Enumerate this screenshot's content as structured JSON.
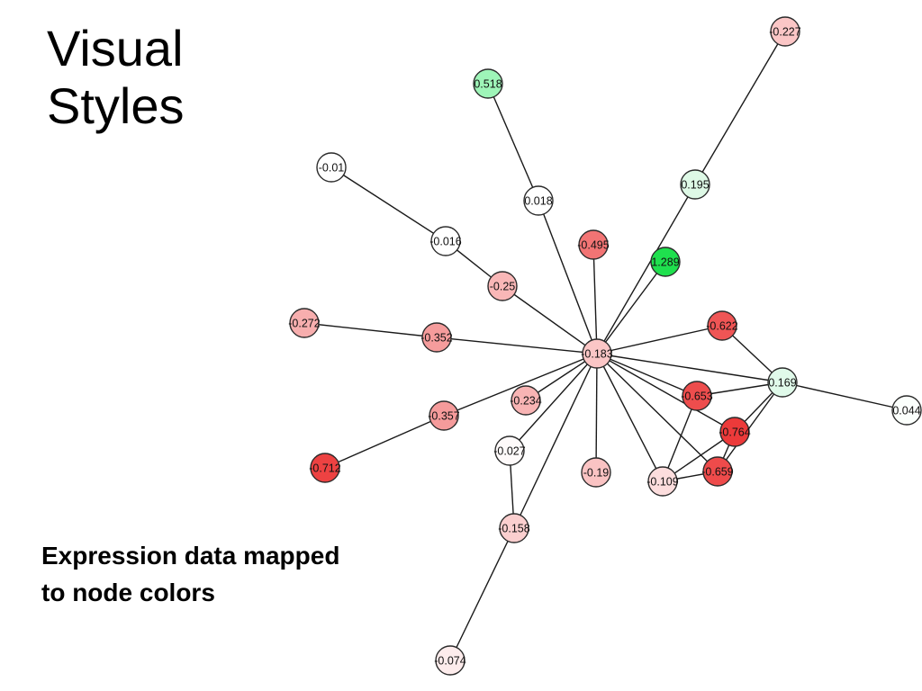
{
  "slide": {
    "title_lines": [
      "Visual",
      "Styles"
    ],
    "caption_lines": [
      "Expression data mapped",
      "to node colors"
    ]
  },
  "network": {
    "nodes": [
      {
        "id": "center",
        "label": "-0.183",
        "fill": "#fbc6c6"
      },
      {
        "id": "n227",
        "label": "-0.227",
        "fill": "#fbc6c6"
      },
      {
        "id": "n518",
        "label": "0.518",
        "fill": "#9ef5b8"
      },
      {
        "id": "n01",
        "label": "-0.01",
        "fill": "#ffffff"
      },
      {
        "id": "n195",
        "label": "0.195",
        "fill": "#def9e6"
      },
      {
        "id": "n018",
        "label": "0.018",
        "fill": "#ffffff"
      },
      {
        "id": "n016",
        "label": "-0.016",
        "fill": "#ffffff"
      },
      {
        "id": "n495",
        "label": "-0.495",
        "fill": "#f27474"
      },
      {
        "id": "n289",
        "label": "1.289",
        "fill": "#1fe04e"
      },
      {
        "id": "n25",
        "label": "-0.25",
        "fill": "#f9b7b7"
      },
      {
        "id": "n272",
        "label": "-0.272",
        "fill": "#f7aeae"
      },
      {
        "id": "n352",
        "label": "-0.352",
        "fill": "#f59c9c"
      },
      {
        "id": "n622",
        "label": "-0.622",
        "fill": "#ef5555"
      },
      {
        "id": "n169",
        "label": "0.169",
        "fill": "#e0faea"
      },
      {
        "id": "n653",
        "label": "-0.653",
        "fill": "#ee4d4d"
      },
      {
        "id": "n044",
        "label": "0.044",
        "fill": "#fbfffc"
      },
      {
        "id": "n234",
        "label": "-0.234",
        "fill": "#f8b4b4"
      },
      {
        "id": "n357",
        "label": "-0.357",
        "fill": "#f59b9b"
      },
      {
        "id": "n764",
        "label": "-0.764",
        "fill": "#ec3a3a"
      },
      {
        "id": "n712",
        "label": "-0.712",
        "fill": "#ed4242"
      },
      {
        "id": "n027",
        "label": "-0.027",
        "fill": "#fefafa"
      },
      {
        "id": "n19",
        "label": "-0.19",
        "fill": "#fac3c3"
      },
      {
        "id": "n109",
        "label": "-0.109",
        "fill": "#fcdddd"
      },
      {
        "id": "n659",
        "label": "-0.659",
        "fill": "#ee4b4b"
      },
      {
        "id": "n158",
        "label": "-0.158",
        "fill": "#fbcfcf"
      },
      {
        "id": "n074",
        "label": "-0.074",
        "fill": "#fdecec"
      }
    ],
    "edges": [
      [
        "n227",
        "n195"
      ],
      [
        "n195",
        "center"
      ],
      [
        "n289",
        "center"
      ],
      [
        "n518",
        "n018"
      ],
      [
        "n018",
        "center"
      ],
      [
        "n01",
        "n016"
      ],
      [
        "n016",
        "n25"
      ],
      [
        "n25",
        "center"
      ],
      [
        "n495",
        "center"
      ],
      [
        "n272",
        "n352"
      ],
      [
        "n352",
        "center"
      ],
      [
        "center",
        "n622"
      ],
      [
        "n622",
        "n169"
      ],
      [
        "center",
        "n169"
      ],
      [
        "n169",
        "n044"
      ],
      [
        "center",
        "n653"
      ],
      [
        "n653",
        "n169"
      ],
      [
        "center",
        "n764"
      ],
      [
        "n764",
        "n169"
      ],
      [
        "n764",
        "n659"
      ],
      [
        "n169",
        "n659"
      ],
      [
        "n712",
        "n357"
      ],
      [
        "n357",
        "center"
      ],
      [
        "n234",
        "center"
      ],
      [
        "center",
        "n19"
      ],
      [
        "center",
        "n109"
      ],
      [
        "center",
        "n659"
      ],
      [
        "n653",
        "n109"
      ],
      [
        "n109",
        "n659"
      ],
      [
        "n109",
        "n764"
      ],
      [
        "center",
        "n027"
      ],
      [
        "n027",
        "n158"
      ],
      [
        "center",
        "n158"
      ],
      [
        "n158",
        "n074"
      ]
    ]
  }
}
